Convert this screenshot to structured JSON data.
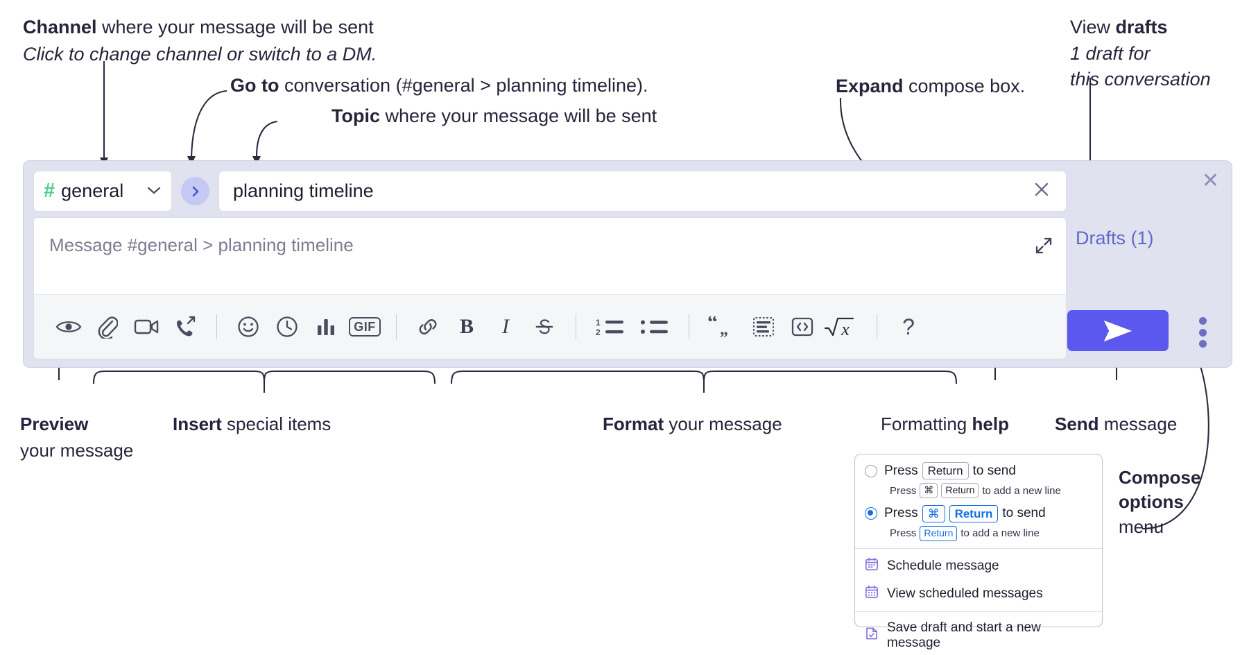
{
  "annotations": {
    "channel": {
      "bold": "Channel",
      "rest": " where your message will be sent",
      "sub": "Click to change channel or switch to a DM."
    },
    "goto": {
      "bold": "Go to",
      "rest": " conversation (#general > planning timeline)."
    },
    "topic": {
      "bold": "Topic",
      "rest": " where your message will be sent"
    },
    "expand": {
      "bold": "Expand",
      "rest": " compose box."
    },
    "drafts": {
      "bold_pre": "View ",
      "bold": "drafts",
      "sub1": "1 draft for",
      "sub2": "this conversation"
    },
    "preview": {
      "bold": "Preview",
      "sub": "your message"
    },
    "insert": {
      "bold": "Insert",
      "rest": " special items"
    },
    "format": {
      "bold": "Format",
      "rest": " your message"
    },
    "help": {
      "pre": "Formatting ",
      "bold": "help"
    },
    "send": {
      "bold": "Send",
      "rest": " message"
    },
    "compose_options": {
      "bold1": "Compose",
      "bold2": "options",
      "rest": "menu"
    }
  },
  "compose": {
    "channel": {
      "hash": "#",
      "name": "general",
      "chevron": "chevron-down"
    },
    "goto_glyph": "›",
    "topic": {
      "value": "planning timeline",
      "clear": "×"
    },
    "message": {
      "placeholder": "Message #general > planning timeline",
      "value": ""
    },
    "drafts_label": "Drafts (1)",
    "close_glyph": "✕",
    "toolbar": [
      {
        "name": "preview-icon",
        "kind": "icon",
        "label": "Preview"
      },
      {
        "name": "attachment-icon",
        "kind": "icon",
        "label": "Attach file"
      },
      {
        "name": "video-clip-icon",
        "kind": "icon",
        "label": "Record video clip"
      },
      {
        "name": "audio-clip-icon",
        "kind": "icon",
        "label": "Record audio clip"
      },
      {
        "name": "divider",
        "kind": "divider",
        "label": ""
      },
      {
        "name": "emoji-icon",
        "kind": "icon",
        "label": "Emoji"
      },
      {
        "name": "clock-icon",
        "kind": "icon",
        "label": "Reminder"
      },
      {
        "name": "poll-icon",
        "kind": "icon",
        "label": "Poll"
      },
      {
        "name": "gif-icon",
        "kind": "text",
        "label": "GIF"
      },
      {
        "name": "divider",
        "kind": "divider",
        "label": ""
      },
      {
        "name": "link-icon",
        "kind": "icon",
        "label": "Link"
      },
      {
        "name": "bold-icon",
        "kind": "text",
        "label": "B"
      },
      {
        "name": "italic-icon",
        "kind": "text",
        "label": "I"
      },
      {
        "name": "strikethrough-icon",
        "kind": "icon",
        "label": "Strikethrough"
      },
      {
        "name": "divider",
        "kind": "divider",
        "label": ""
      },
      {
        "name": "ordered-list-icon",
        "kind": "icon",
        "label": "Ordered list"
      },
      {
        "name": "bulleted-list-icon",
        "kind": "icon",
        "label": "Bulleted list"
      },
      {
        "name": "divider",
        "kind": "divider",
        "label": ""
      },
      {
        "name": "blockquote-icon",
        "kind": "icon",
        "label": "Blockquote"
      },
      {
        "name": "code-block-icon",
        "kind": "icon",
        "label": "Code block"
      },
      {
        "name": "inline-code-icon",
        "kind": "icon",
        "label": "Inline code"
      },
      {
        "name": "math-icon",
        "kind": "icon",
        "label": "Math"
      },
      {
        "name": "divider",
        "kind": "divider",
        "label": ""
      },
      {
        "name": "help-icon",
        "kind": "text",
        "label": "?"
      }
    ]
  },
  "popup": {
    "options": [
      {
        "selected": false,
        "main_pre": "Press",
        "main_key": "Return",
        "main_post": "to send",
        "sub_pre": "Press",
        "sub_key1": "⌘",
        "sub_key2": "Return",
        "sub_post": "to add a new line"
      },
      {
        "selected": true,
        "main_pre": "Press",
        "main_key1": "⌘",
        "main_key2": "Return",
        "main_post": "to send",
        "sub_pre": "Press",
        "sub_key": "Return",
        "sub_post": "to add a new line"
      }
    ],
    "items": [
      {
        "icon": "calendar-clock-icon",
        "label": "Schedule message"
      },
      {
        "icon": "calendar-grid-icon",
        "label": "View scheduled messages"
      },
      {
        "icon": "save-draft-icon",
        "label": "Save draft and start a new message"
      }
    ]
  },
  "colors": {
    "accent_purple": "#5b58f0",
    "shell_bg": "#e1e2f0",
    "hash_green": "#4fce8d",
    "goto_blue": "#3d58d8",
    "drafts_text": "#6168c9",
    "radio_blue": "#1470e0",
    "menu_icon_purple": "#7b6fe0"
  }
}
